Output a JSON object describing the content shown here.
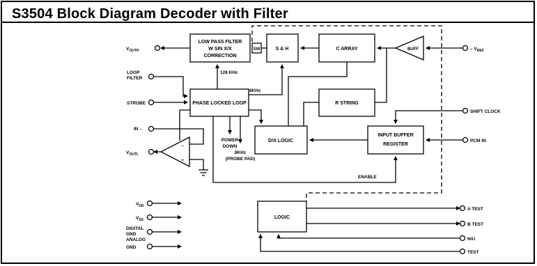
{
  "title": "S3504 Block Diagram Decoder with Filter",
  "blocks": {
    "lpf_line1": "LOW PASS FILTER",
    "lpf_line2": "W SIN X/X",
    "lpf_line3": "CORRECTION",
    "sw": "SW",
    "sh": "S & H",
    "carray": "C ARRAY",
    "buff": "BUFF",
    "pll": "PHASE LOCKED LOOP",
    "rstring": "R STRING",
    "dalogic": "D/A LOGIC",
    "inbuf_line1": "INPUT BUFFER",
    "inbuf_line2": "REGISTER",
    "logic": "LOGIC"
  },
  "pins": {
    "vouth_main": "V",
    "vouth_sub": "OUTH",
    "vref_prefix": "– V",
    "vref_sub": "REF",
    "loop_filter_1": "LOOP",
    "loop_filter_2": "FILTER",
    "strobe": "STROBE",
    "shift_clock": "SHIFT CLOCK",
    "in_minus": "IN –",
    "voutl_main": "V",
    "voutl_sub": "OUTL",
    "pcm_in": "PCM IN",
    "vdd_main": "V",
    "vdd_sub": "DD",
    "vss_main": "V",
    "vss_sub": "SS",
    "digital_gnd_1": "DIGITAL",
    "digital_gnd_2": "GND",
    "analog_gnd_1": "ANALOG",
    "analog_gnd_2": "GND",
    "a_test": "A TEST",
    "b_test": "B TEST",
    "nu": "N/U",
    "test": "TEST"
  },
  "signals": {
    "khz128": "128 KHz",
    "khz8": "8KHz",
    "power_down_1": "POWER",
    "power_down_2": "DOWN",
    "probe_1": "8KHz",
    "probe_2": "(PROBE PAD)",
    "enable": "ENABLE"
  },
  "opamp_plus": "+",
  "opamp_minus": "–"
}
